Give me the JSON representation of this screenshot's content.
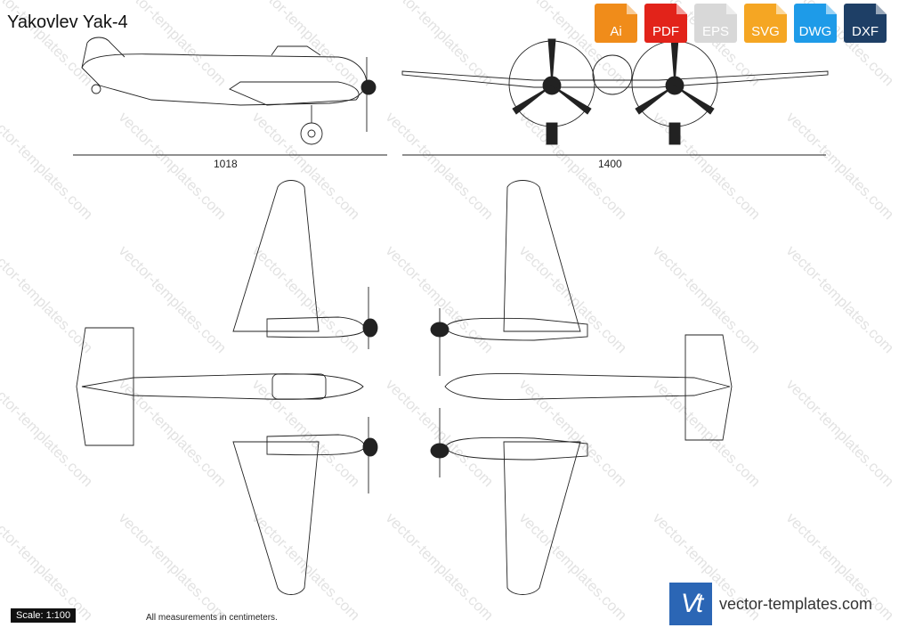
{
  "title": "Yakovlev Yak-4",
  "formats": [
    {
      "label": "Ai",
      "color": "#f08c1a"
    },
    {
      "label": "PDF",
      "color": "#e2231a"
    },
    {
      "label": "EPS",
      "color": "#d8d8d8"
    },
    {
      "label": "SVG",
      "color": "#f5a623"
    },
    {
      "label": "DWG",
      "color": "#1e9be8"
    },
    {
      "label": "DXF",
      "color": "#1e3f66"
    }
  ],
  "dimensions": {
    "side_length": "1018",
    "front_span": "1400"
  },
  "scale": "Scale: 1:100",
  "note": "All measurements in centimeters.",
  "brand": {
    "logo": "Vt",
    "name": "vector-templates.com",
    "color": "#2b66b5"
  },
  "watermark": "vector-templates.com"
}
